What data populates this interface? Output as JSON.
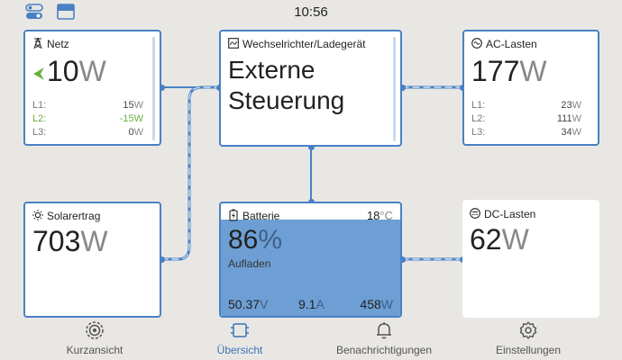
{
  "status_bar": {
    "time": "10:56"
  },
  "cards": {
    "grid": {
      "title": "Netz",
      "value": "10",
      "unit": "W",
      "phases": [
        {
          "label": "L1:",
          "value": "15",
          "unit": "W",
          "highlight": false
        },
        {
          "label": "L2:",
          "value": "-15",
          "unit": "W",
          "highlight": true
        },
        {
          "label": "L3:",
          "value": "0",
          "unit": "W",
          "highlight": false
        }
      ]
    },
    "inverter": {
      "title": "Wechselrichter/Ladegerät",
      "line1": "Externe",
      "line2": "Steuerung"
    },
    "ac_loads": {
      "title": "AC-Lasten",
      "value": "177",
      "unit": "W",
      "phases": [
        {
          "label": "L1:",
          "value": "23",
          "unit": "W"
        },
        {
          "label": "L2:",
          "value": "111",
          "unit": "W"
        },
        {
          "label": "L3:",
          "value": "34",
          "unit": "W"
        }
      ]
    },
    "solar": {
      "title": "Solarertrag",
      "value": "703",
      "unit": "W"
    },
    "battery": {
      "title": "Batterie",
      "temp_value": "18",
      "temp_unit": "°C",
      "soc_value": "86",
      "soc_unit": "%",
      "soc_fraction": 0.86,
      "state": "Aufladen",
      "voltage_value": "50.37",
      "voltage_unit": "V",
      "current_value": "9.1",
      "current_unit": "A",
      "power_value": "458",
      "power_unit": "W"
    },
    "dc_loads": {
      "title": "DC-Lasten",
      "value": "62",
      "unit": "W"
    }
  },
  "nav": {
    "items": [
      {
        "label": "Kurzansicht",
        "icon": "brief-icon",
        "active": false
      },
      {
        "label": "Übersicht",
        "icon": "overview-icon",
        "active": true
      },
      {
        "label": "Benachrichtigungen",
        "icon": "bell-icon",
        "active": false
      },
      {
        "label": "Einstellungen",
        "icon": "gear-icon",
        "active": false
      }
    ]
  },
  "colors": {
    "accent": "#4a80c4",
    "battery_fill": "#6d9fd4",
    "background": "#e9e7e4",
    "positive": "#6bb040"
  }
}
